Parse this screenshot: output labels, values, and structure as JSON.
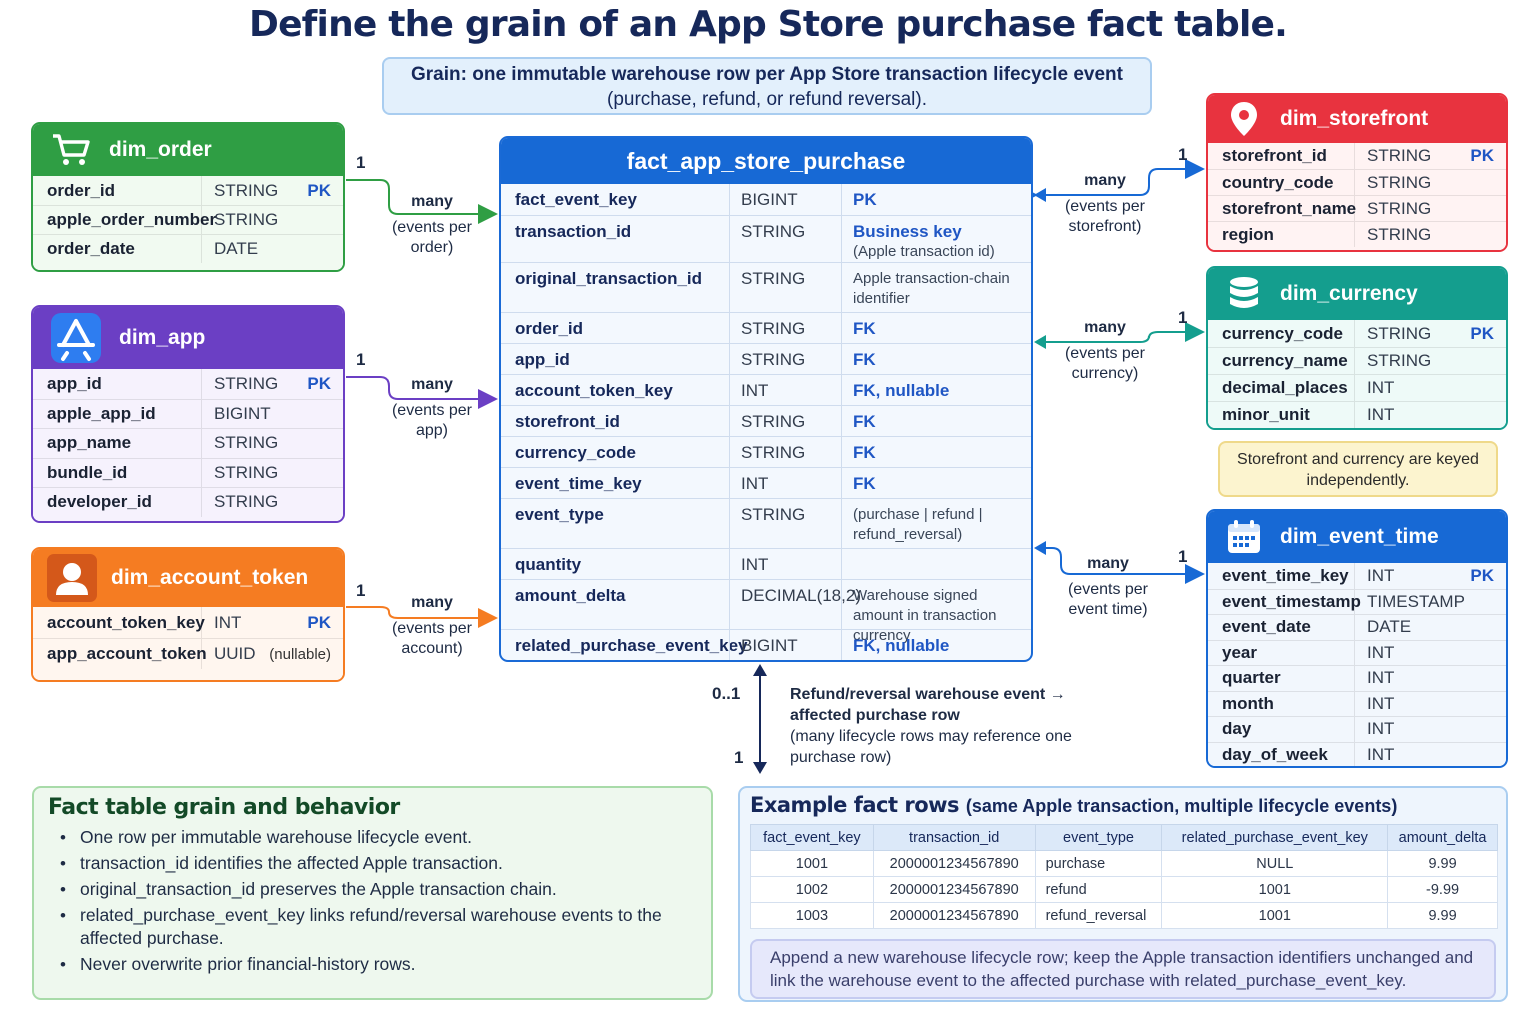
{
  "title": "Define the grain of an App Store purchase fact table.",
  "grain": {
    "line1": "Grain: one immutable warehouse row per App Store transaction lifecycle event",
    "line2": "(purchase, refund, or refund reversal)."
  },
  "dim_order": {
    "name": "dim_order",
    "rows": [
      {
        "col": "order_id",
        "type": "STRING",
        "key": "PK"
      },
      {
        "col": "apple_order_number",
        "type": "STRING",
        "key": ""
      },
      {
        "col": "order_date",
        "type": "DATE",
        "key": ""
      }
    ]
  },
  "dim_app": {
    "name": "dim_app",
    "rows": [
      {
        "col": "app_id",
        "type": "STRING",
        "key": "PK"
      },
      {
        "col": "apple_app_id",
        "type": "BIGINT",
        "key": ""
      },
      {
        "col": "app_name",
        "type": "STRING",
        "key": ""
      },
      {
        "col": "bundle_id",
        "type": "STRING",
        "key": ""
      },
      {
        "col": "developer_id",
        "type": "STRING",
        "key": ""
      }
    ]
  },
  "dim_account_token": {
    "name": "dim_account_token",
    "rows": [
      {
        "col": "account_token_key",
        "type": "INT",
        "key": "PK"
      },
      {
        "col": "app_account_token",
        "type": "UUID",
        "key": "(nullable)"
      }
    ]
  },
  "dim_storefront": {
    "name": "dim_storefront",
    "rows": [
      {
        "col": "storefront_id",
        "type": "STRING",
        "key": "PK"
      },
      {
        "col": "country_code",
        "type": "STRING",
        "key": ""
      },
      {
        "col": "storefront_name",
        "type": "STRING",
        "key": ""
      },
      {
        "col": "region",
        "type": "STRING",
        "key": ""
      }
    ]
  },
  "dim_currency": {
    "name": "dim_currency",
    "rows": [
      {
        "col": "currency_code",
        "type": "STRING",
        "key": "PK"
      },
      {
        "col": "currency_name",
        "type": "STRING",
        "key": ""
      },
      {
        "col": "decimal_places",
        "type": "INT",
        "key": ""
      },
      {
        "col": "minor_unit",
        "type": "INT",
        "key": ""
      }
    ]
  },
  "dim_event_time": {
    "name": "dim_event_time",
    "rows": [
      {
        "col": "event_time_key",
        "type": "INT",
        "key": "PK"
      },
      {
        "col": "event_timestamp",
        "type": "TIMESTAMP",
        "key": ""
      },
      {
        "col": "event_date",
        "type": "DATE",
        "key": ""
      },
      {
        "col": "year",
        "type": "INT",
        "key": ""
      },
      {
        "col": "quarter",
        "type": "INT",
        "key": ""
      },
      {
        "col": "month",
        "type": "INT",
        "key": ""
      },
      {
        "col": "day",
        "type": "INT",
        "key": ""
      },
      {
        "col": "day_of_week",
        "type": "INT",
        "key": ""
      }
    ]
  },
  "fact": {
    "name": "fact_app_store_purchase",
    "rows": [
      {
        "col": "fact_event_key",
        "type": "BIGINT",
        "key": "PK",
        "sub": ""
      },
      {
        "col": "transaction_id",
        "type": "STRING",
        "key": "Business key",
        "sub": "(Apple transaction id)"
      },
      {
        "col": "original_transaction_id",
        "type": "STRING",
        "key": "",
        "sub": "Apple transaction-chain identifier"
      },
      {
        "col": "order_id",
        "type": "STRING",
        "key": "FK",
        "sub": ""
      },
      {
        "col": "app_id",
        "type": "STRING",
        "key": "FK",
        "sub": ""
      },
      {
        "col": "account_token_key",
        "type": "INT",
        "key": "FK, nullable",
        "sub": ""
      },
      {
        "col": "storefront_id",
        "type": "STRING",
        "key": "FK",
        "sub": ""
      },
      {
        "col": "currency_code",
        "type": "STRING",
        "key": "FK",
        "sub": ""
      },
      {
        "col": "event_time_key",
        "type": "INT",
        "key": "FK",
        "sub": ""
      },
      {
        "col": "event_type",
        "type": "STRING",
        "key": "",
        "sub": "(purchase | refund | refund_reversal)"
      },
      {
        "col": "quantity",
        "type": "INT",
        "key": "",
        "sub": ""
      },
      {
        "col": "amount_delta",
        "type": "DECIMAL(18,2)",
        "key": "",
        "sub": "Warehouse signed amount in transaction currency"
      },
      {
        "col": "related_purchase_event_key",
        "type": "BIGINT",
        "key": "FK, nullable",
        "sub": ""
      }
    ]
  },
  "relations": {
    "one": "1",
    "many": "many",
    "order": "(events per order)",
    "app": "(events per app)",
    "account": "(events per account)",
    "storefront": "(events per storefront)",
    "currency": "(events per currency)",
    "event_time": "(events per event time)",
    "self_zero_one": "0..1",
    "self_one": "1",
    "self_title": "Refund/reversal warehouse event → affected purchase row",
    "self_note": "(many lifecycle rows may reference one purchase row)"
  },
  "independent_note": "Storefront and currency are keyed independently.",
  "behavior": {
    "title": "Fact table grain and behavior",
    "items": [
      "One row per immutable warehouse lifecycle event.",
      "transaction_id identifies the affected Apple transaction.",
      "original_transaction_id preserves the Apple transaction chain.",
      "related_purchase_event_key links refund/reversal warehouse events to the affected purchase.",
      "Never overwrite prior financial-history rows."
    ]
  },
  "examples": {
    "title": "Example fact rows",
    "subtitle": "(same Apple transaction, multiple lifecycle events)",
    "headers": [
      "fact_event_key",
      "transaction_id",
      "event_type",
      "related_purchase_event_key",
      "amount_delta"
    ],
    "rows": [
      [
        "1001",
        "2000001234567890",
        "purchase",
        "NULL",
        "9.99"
      ],
      [
        "1002",
        "2000001234567890",
        "refund",
        "1001",
        "-9.99"
      ],
      [
        "1003",
        "2000001234567890",
        "refund_reversal",
        "1001",
        "9.99"
      ]
    ],
    "note": "Append a new warehouse lifecycle row; keep the Apple transaction identifiers unchanged and link the warehouse event to the affected purchase with related_purchase_event_key."
  },
  "colors": {
    "dim_order": "#2f9e44",
    "dim_app": "#6b3fc4",
    "dim_account_token": "#f57c22",
    "dim_storefront": "#e8333f",
    "dim_currency": "#149e8e",
    "dim_event_time": "#1769d5",
    "fact": "#1769d5"
  },
  "icons": {
    "dim_order": "shopping-cart-icon",
    "dim_app": "app-store-icon",
    "dim_account_token": "user-icon",
    "dim_storefront": "location-pin-icon",
    "dim_currency": "database-icon",
    "dim_event_time": "calendar-icon"
  }
}
